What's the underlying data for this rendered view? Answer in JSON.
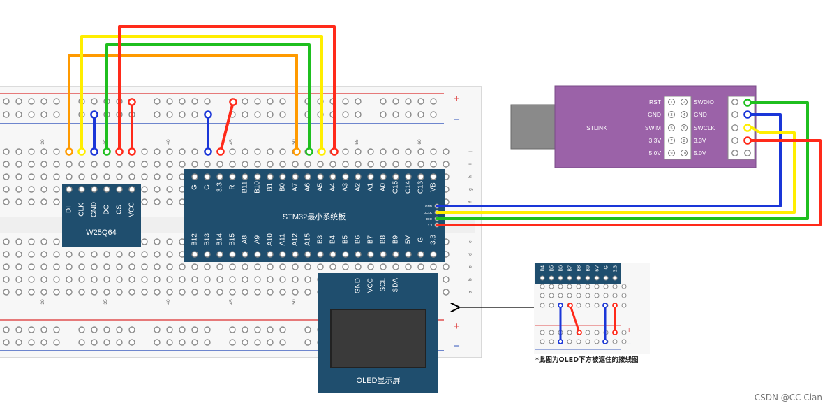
{
  "colors": {
    "breadboard": "#f7f7f7",
    "board_border": "#cfcfcf",
    "hole": "#8a8a8a",
    "module": "#1f4e6e",
    "stlink": "#9b62a8",
    "usb": "#8a8a8a",
    "rail_red": "#e05050",
    "rail_blue": "#4060c0",
    "wire_red": "#ff2a1a",
    "wire_blue": "#1a36d8",
    "wire_green": "#1fbf1f",
    "wire_yellow": "#ffee00",
    "wire_orange": "#ff9a00"
  },
  "rail_signs": {
    "plus": "+",
    "minus": "−"
  },
  "column_numbers": [
    "30",
    "35",
    "40",
    "45",
    "50",
    "55",
    "60"
  ],
  "row_letters_top": [
    "j",
    "i",
    "h",
    "g",
    "f"
  ],
  "row_letters_bottom": [
    "e",
    "d",
    "c",
    "b",
    "a"
  ],
  "w25q64": {
    "name": "W25Q64",
    "pins": [
      "DI",
      "CLK",
      "GND",
      "DO",
      "CS",
      "VCC"
    ]
  },
  "stm32": {
    "name": "STM32最小系统板",
    "top_pins": [
      "G",
      "G",
      "3.3",
      "R",
      "B11",
      "B10",
      "B1",
      "B0",
      "A7",
      "A6",
      "A5",
      "A4",
      "A3",
      "A2",
      "A1",
      "A0",
      "C15",
      "C14",
      "C13",
      "VB"
    ],
    "bottom_pins": [
      "B12",
      "B13",
      "B14",
      "B15",
      "A8",
      "A9",
      "A10",
      "A11",
      "A12",
      "A15",
      "B3",
      "B4",
      "B5",
      "B6",
      "B7",
      "B8",
      "B9",
      "5V",
      "G",
      "3.3"
    ],
    "side_pins": [
      "GND",
      "DCLK",
      "DIO",
      "3.3"
    ]
  },
  "oled": {
    "name": "OLED显示屏",
    "pins": [
      "GND",
      "VCC",
      "SCL",
      "SDA"
    ]
  },
  "stlink": {
    "name": "STLINK",
    "left_labels": [
      "RST",
      "GND",
      "SWIM",
      "3.3V",
      "5.0V"
    ],
    "right_labels": [
      "SWDIO",
      "GND",
      "SWCLK",
      "3.3V",
      "5.0V"
    ],
    "pin_numbers": [
      "1",
      "2",
      "3",
      "4",
      "5",
      "6",
      "7",
      "8",
      "9",
      "10"
    ]
  },
  "inset": {
    "pins": [
      "B4",
      "B5",
      "B6",
      "B7",
      "B8",
      "B9",
      "5V",
      "G",
      "3.3"
    ],
    "plus": "+",
    "minus": "−",
    "caption": "*此图为OLED下方被遮住的接线图"
  },
  "watermark": "CSDN @CC Cian"
}
